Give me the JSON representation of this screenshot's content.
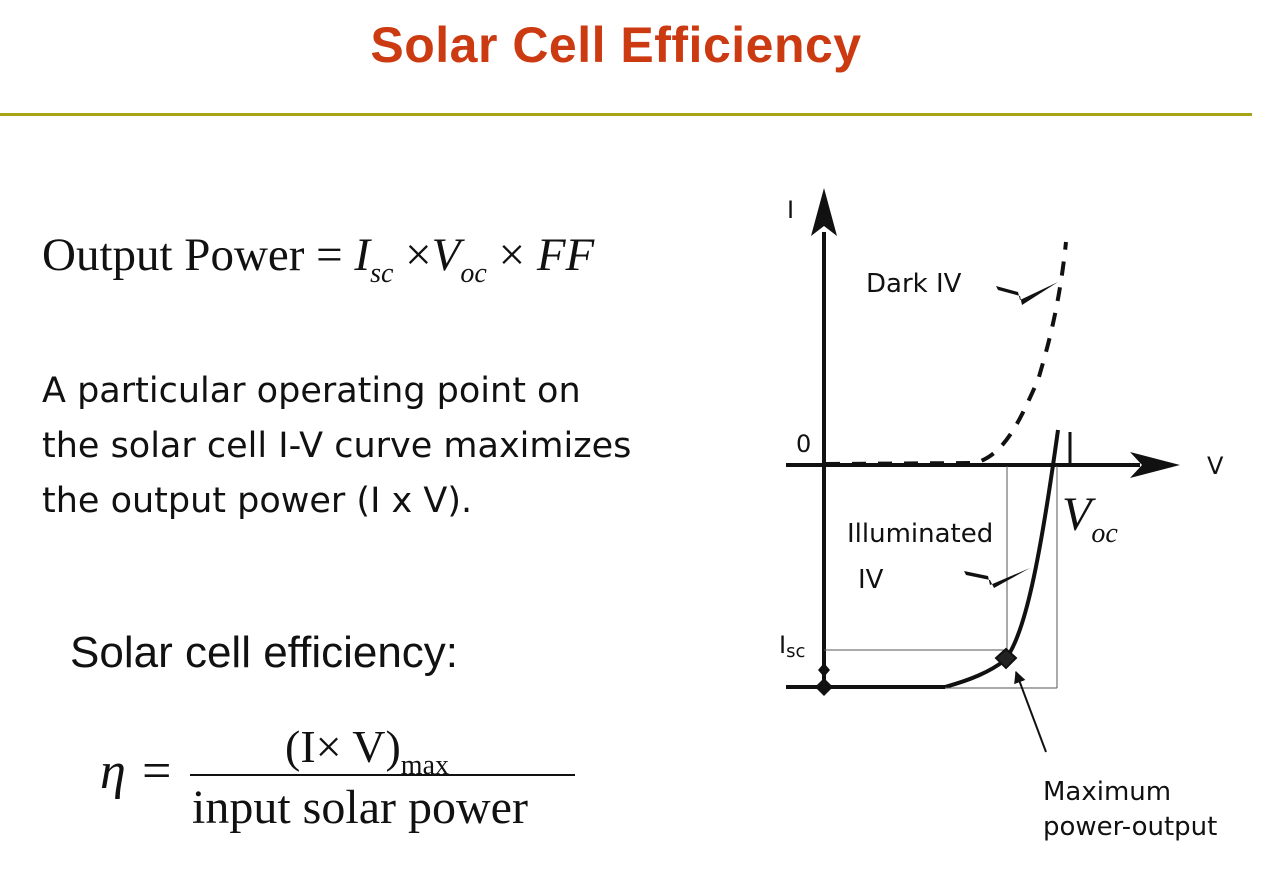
{
  "title": "Solar Cell Efficiency",
  "formula_output_power": {
    "lhs": "Output Power",
    "eq": "=",
    "isc_base": "I",
    "isc_sub": "sc",
    "times1": "×",
    "voc_base": "V",
    "voc_sub": "oc",
    "times2": "×",
    "ff": "FF"
  },
  "description": {
    "line1": "A particular operating point on",
    "line2": "the solar cell  I-V curve maximizes",
    "line3": "the output power (I  x V)."
  },
  "efficiency_label": "Solar cell efficiency:",
  "efficiency_formula": {
    "eta": "η =",
    "numerator": "(I× V)",
    "numerator_sub": "max",
    "denominator": "input solar power"
  },
  "diagram": {
    "axis_i": "I",
    "axis_v": "V",
    "origin": "0",
    "dark_iv": "Dark IV",
    "illuminated_line1": "Illuminated",
    "illuminated_line2": "IV",
    "isc_base": "I",
    "isc_sub": "sc",
    "voc_base": "V",
    "voc_sub": "oc",
    "max_line1": "Maximum",
    "max_line2": "power-output"
  },
  "colors": {
    "title": "#cc3a12",
    "rule": "#a8a418",
    "ink": "#111111"
  }
}
